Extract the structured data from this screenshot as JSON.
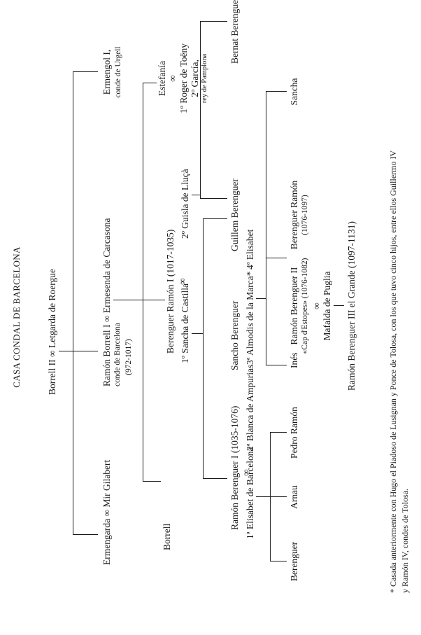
{
  "title": "CASA CONDAL DE BARCELONA",
  "marriage_symbol": "∞",
  "gen0": {
    "husband": "Borrell II",
    "wife": "Letgarda de Roergue"
  },
  "gen1": {
    "ermengarda": "Ermengarda",
    "mir": "Mir Gilabert",
    "ramon_borrell": "Ramón Borrell I",
    "ramon_borrell_title": "conde de Barcelona",
    "ramon_borrell_years": "(972-1017)",
    "ermesenda": "Ermesenda de Carcasona",
    "ermengol": "Ermengol I,",
    "ermengol_title": "conde de Urgell"
  },
  "gen2": {
    "borrell": "Borrell",
    "berenguer_ramon": "Berenguer Ramón I (1017-1035)",
    "wife1": "1º Sancha de Castilla",
    "wife2": "2º Guisla de Lluçà",
    "estefania": "Estefanía",
    "estefania_h1": "1º Roger de Toëny",
    "estefania_h2": "2º García,",
    "estefania_h2_title": "rey de Pamplona"
  },
  "gen3": {
    "ramon_berenguer": "Ramón Berenguer I (1035-1076)",
    "sancho": "Sancho Berenguer",
    "guillem": "Guillem Berenguer",
    "bernat": "Bernat Berenguer"
  },
  "gen3_wives": {
    "w1": "1ª Elisabet de Barcelona",
    "w2": "2ª Blanca de Ampurias",
    "w3": "3ª Almodis de la Marca*",
    "w4": "4ª Elisabet"
  },
  "gen4": {
    "berenguer": "Berenguer",
    "arnau": "Arnau",
    "pedro_ramon": "Pedro Ramón",
    "ines": "Inés",
    "ramon_berenguer_ii": "Ramón Berenguer II",
    "cap_destopes": "«Cap d'Estopes» (1076-1082)",
    "mafalda": "Mafalda de Puglia",
    "berenguer_ramon_ii": "Berenguer Ramón",
    "berenguer_ramon_ii_years": "(1076-1097)",
    "sancha": "Sancha"
  },
  "gen5": {
    "ramon_berenguer_iii": "Ramón Berenguer III el Grande (1097-1131)"
  },
  "footnote": {
    "line1": "* Casada anteriormente con Hugo el Piadoso de Lusignan y Ponce de Tolosa, con los que tuvo cinco hijos, entre ellos Guillermo IV",
    "line2": "y Ramón IV, condes de Tolosa."
  }
}
